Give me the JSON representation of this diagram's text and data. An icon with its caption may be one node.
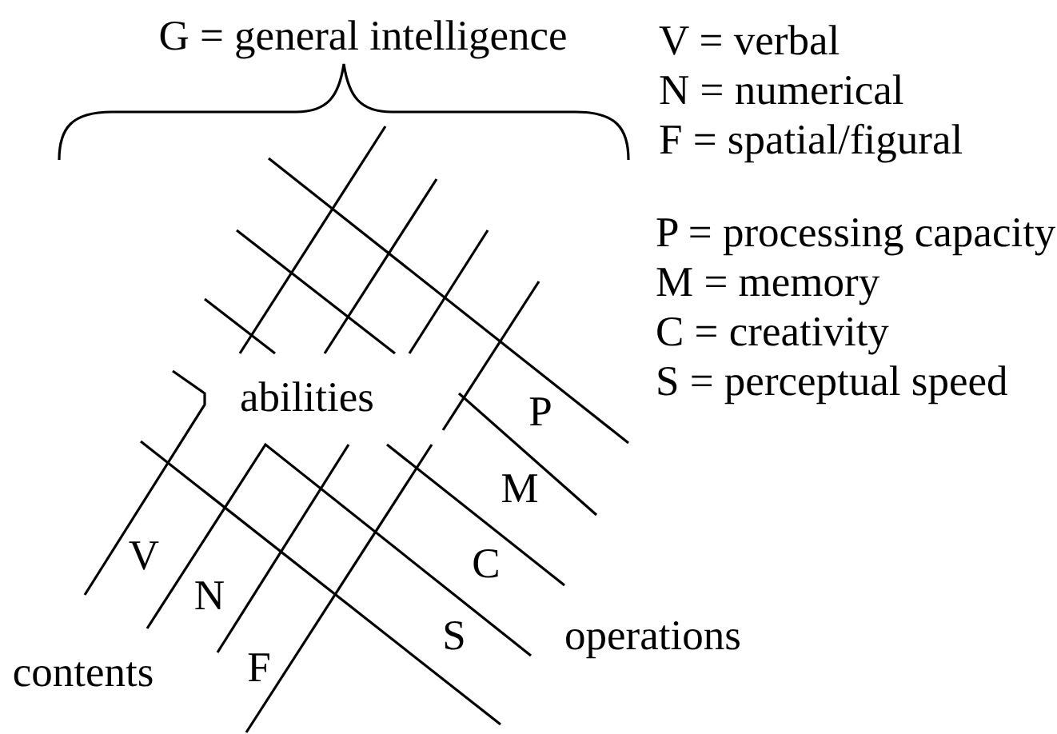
{
  "diagram": {
    "labels": [
      "G = general intelligence",
      "V = verbal",
      "N = numerical",
      "F = spatial/figural",
      "P = processing capacity",
      "M = memory",
      "C = creativity",
      "S = perceptual speed",
      "abilities",
      "P",
      "M",
      "C",
      "S",
      "V",
      "N",
      "F",
      "contents",
      "operations"
    ]
  }
}
